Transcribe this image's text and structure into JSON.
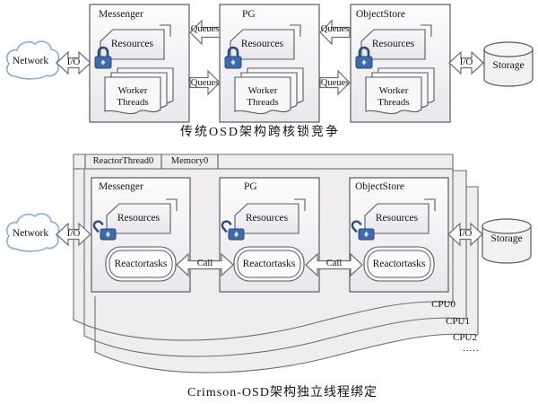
{
  "figure": {
    "top": {
      "caption": "传统OSD架构跨核锁竞争",
      "network_label": "Network",
      "storage_label": "Storage",
      "io_labels": [
        "I/O",
        "I/O"
      ],
      "queue_labels": [
        "Queues",
        "Queues",
        "Queues",
        "Queues"
      ],
      "boxes": [
        {
          "title": "Messenger",
          "resources_label": "Resources",
          "worker_label": "Worker Threads"
        },
        {
          "title": "PG",
          "resources_label": "Resources",
          "worker_label": "Worker Threads"
        },
        {
          "title": "ObjectStore",
          "resources_label": "Resources",
          "worker_label": "Worker Threads"
        }
      ]
    },
    "bottom": {
      "caption": "Crimson-OSD架构独立线程绑定",
      "header_cells": [
        "ReactorThread0",
        "Memory0"
      ],
      "network_label": "Network",
      "storage_label": "Storage",
      "io_labels": [
        "I/O",
        "I/O"
      ],
      "call_labels": [
        "Call",
        "Call"
      ],
      "boxes": [
        {
          "title": "Messenger",
          "resources_label": "Resources",
          "tasks_label": "Reactortasks"
        },
        {
          "title": "PG",
          "resources_label": "Resources",
          "tasks_label": "Reactortasks"
        },
        {
          "title": "ObjectStore",
          "resources_label": "Resources",
          "tasks_label": "Reactortasks"
        }
      ],
      "cpu_labels": [
        "CPU0",
        "CPU1",
        "CPU2",
        "·····"
      ]
    },
    "colors": {
      "lock_blue": "#3e6ca8",
      "lock_dark": "#28497a",
      "lock_glyph": "#cfe0f2",
      "cloud_stroke": "#88add5",
      "box_border": "#5a5a5a",
      "layer_fill": "#f0edf0",
      "text": "#141414"
    }
  }
}
